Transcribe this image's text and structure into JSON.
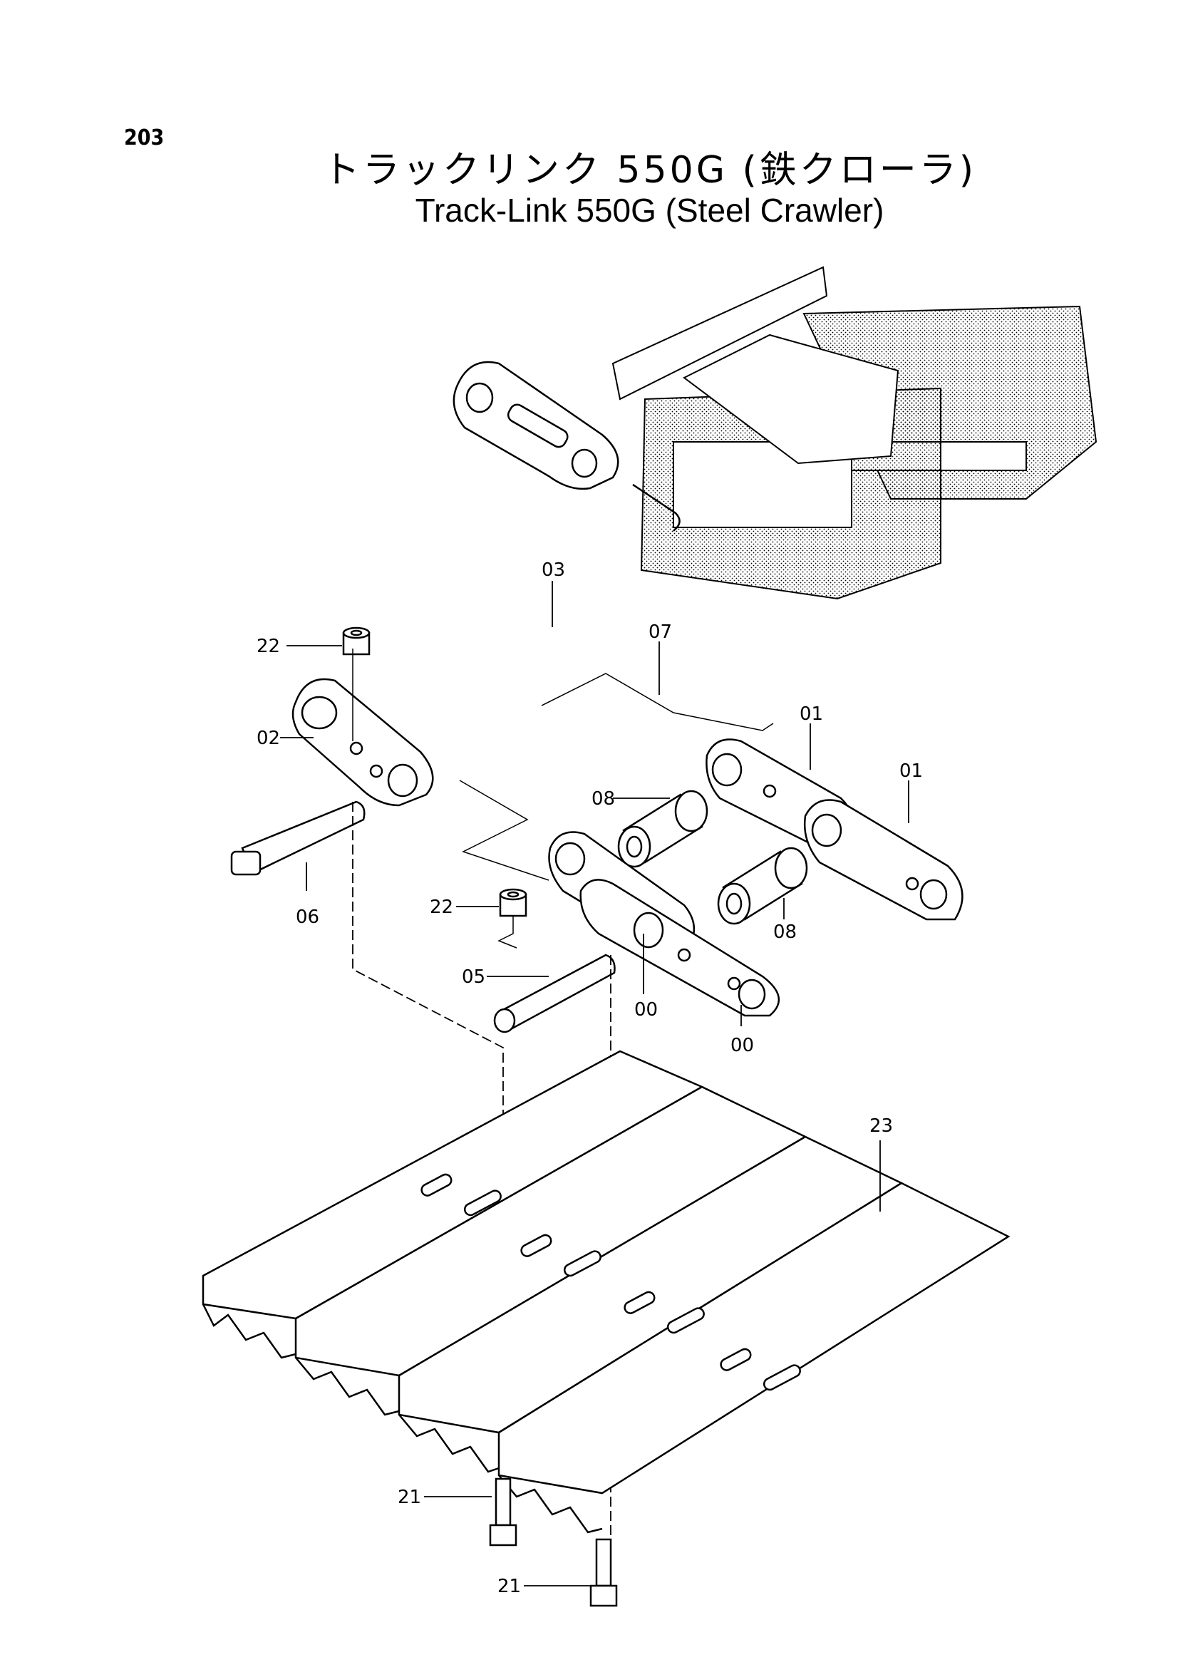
{
  "page": {
    "number": "203",
    "title_ja": "トラックリンク 550G (鉄クローラ)",
    "title_en": "Track-Link 550G (Steel Crawler)"
  },
  "callouts": [
    {
      "id": "c03",
      "label": "03"
    },
    {
      "id": "c07",
      "label": "07"
    },
    {
      "id": "c22a",
      "label": "22"
    },
    {
      "id": "c02",
      "label": "02"
    },
    {
      "id": "c01a",
      "label": "01"
    },
    {
      "id": "c01b",
      "label": "01"
    },
    {
      "id": "c08a",
      "label": "08"
    },
    {
      "id": "c06",
      "label": "06"
    },
    {
      "id": "c22b",
      "label": "22"
    },
    {
      "id": "c08b",
      "label": "08"
    },
    {
      "id": "c05",
      "label": "05"
    },
    {
      "id": "c00a",
      "label": "00"
    },
    {
      "id": "c00b",
      "label": "00"
    },
    {
      "id": "c23",
      "label": "23"
    },
    {
      "id": "c21a",
      "label": "21"
    },
    {
      "id": "c21b",
      "label": "21"
    }
  ]
}
